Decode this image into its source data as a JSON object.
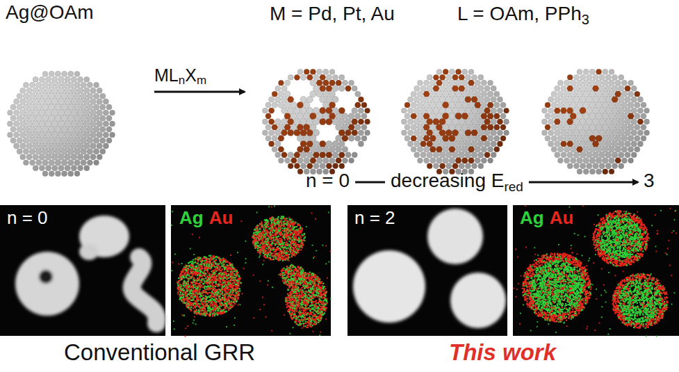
{
  "diagram": {
    "labels": [
      "Ag@OAm",
      "ML",
      "n",
      "X",
      "m",
      "M = Pd, Pt, Au",
      "L = OAm, PPh",
      "3",
      "n = 0",
      "decreasing E",
      "red",
      "3",
      "n = 0",
      "Ag",
      "Au",
      "n = 2",
      "Ag",
      "Au",
      "Conventional GRR",
      "This work"
    ]
  }
}
